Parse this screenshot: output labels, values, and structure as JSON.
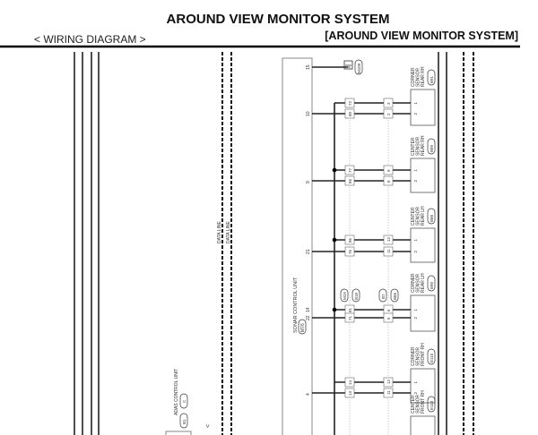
{
  "header": {
    "title": "AROUND VIEW MONITOR SYSTEM",
    "section": "< WIRING DIAGRAM >",
    "system": "[AROUND VIEW MONITOR SYSTEM]"
  },
  "data_lines": [
    "DATA LINE",
    "DATA LINE"
  ],
  "sonar_unit": {
    "name": "SONAR CONTROL UNIT",
    "connector": "M76",
    "ground_connector": "M109",
    "pins": [
      "15",
      "10",
      "9",
      "21",
      "14",
      "22",
      "4"
    ]
  },
  "adas_unit": {
    "name": "ADAS CONTROL UNIT",
    "connectors": [
      "B1",
      "C"
    ]
  },
  "harness_connectors": {
    "left": [
      "M19",
      "B18"
    ],
    "right": [
      "B7",
      "B86"
    ]
  },
  "sensors": [
    {
      "lines": [
        "CORNER",
        "SENSOR",
        "REAR RH"
      ],
      "connector": "B91",
      "pins": [
        "1",
        "2"
      ],
      "mid": [
        "72",
        "80"
      ],
      "far": [
        "3",
        "2"
      ]
    },
    {
      "lines": [
        "CENTER",
        "SENSOR",
        "REAR RH"
      ],
      "connector": "B89",
      "pins": [
        "1",
        "2"
      ],
      "mid": [
        "77",
        "86"
      ],
      "far": [
        "9",
        "8"
      ]
    },
    {
      "lines": [
        "CENTER",
        "SENSOR",
        "REAR LH"
      ],
      "connector": "B88",
      "pins": [
        "1",
        "2"
      ],
      "mid": [
        "86",
        "76"
      ],
      "far": [
        "12",
        "11"
      ]
    },
    {
      "lines": [
        "CORNER",
        "SENSOR",
        "REAR LH"
      ],
      "connector": "B90",
      "pins": [
        "1",
        "2"
      ],
      "mid": [
        "81",
        "71"
      ],
      "far": [
        "6",
        "5"
      ]
    },
    {
      "lines": [
        "CORNER",
        "SENSOR",
        "FRONT RH"
      ],
      "connector": "E115",
      "pins": [
        "1",
        "2"
      ],
      "mid": [
        "14",
        "13"
      ],
      "far": [
        "12",
        "11"
      ]
    },
    {
      "lines": [
        "CENTER",
        "SENSOR",
        "FRONT RH"
      ],
      "connector": "E113",
      "pins": [],
      "mid": [],
      "far": []
    }
  ]
}
